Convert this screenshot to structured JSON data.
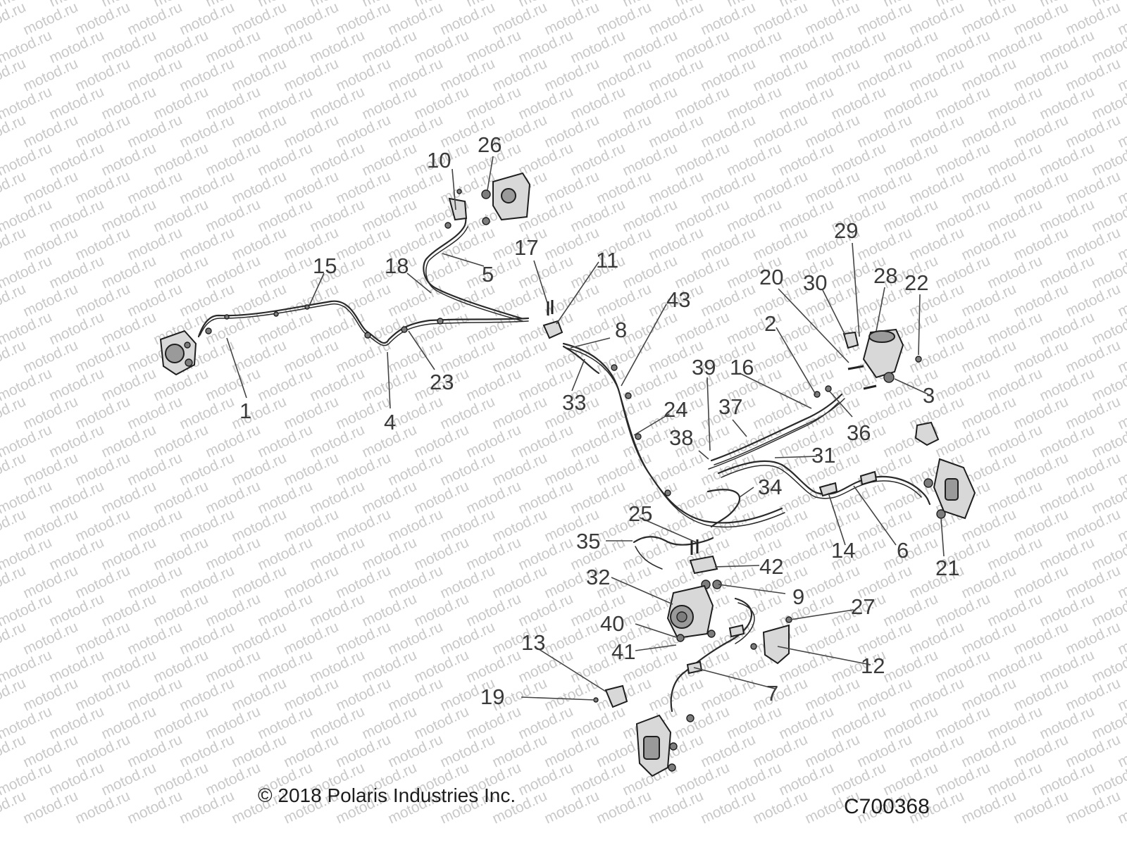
{
  "watermark": "motod.ru",
  "footer": {
    "copyright": "© 2018 Polaris Industries Inc.",
    "code": "C700368"
  },
  "callouts": [
    {
      "n": "1"
    },
    {
      "n": "2"
    },
    {
      "n": "3"
    },
    {
      "n": "4"
    },
    {
      "n": "5"
    },
    {
      "n": "6"
    },
    {
      "n": "7"
    },
    {
      "n": "8"
    },
    {
      "n": "9"
    },
    {
      "n": "10"
    },
    {
      "n": "11"
    },
    {
      "n": "12"
    },
    {
      "n": "13"
    },
    {
      "n": "14"
    },
    {
      "n": "15"
    },
    {
      "n": "16"
    },
    {
      "n": "17"
    },
    {
      "n": "18"
    },
    {
      "n": "19"
    },
    {
      "n": "20"
    },
    {
      "n": "21"
    },
    {
      "n": "22"
    },
    {
      "n": "23"
    },
    {
      "n": "24"
    },
    {
      "n": "25"
    },
    {
      "n": "26"
    },
    {
      "n": "27"
    },
    {
      "n": "28"
    },
    {
      "n": "29"
    },
    {
      "n": "30"
    },
    {
      "n": "31"
    },
    {
      "n": "32"
    },
    {
      "n": "33"
    },
    {
      "n": "34"
    },
    {
      "n": "35"
    },
    {
      "n": "36"
    },
    {
      "n": "37"
    },
    {
      "n": "38"
    },
    {
      "n": "39"
    },
    {
      "n": "40"
    },
    {
      "n": "41"
    },
    {
      "n": "42"
    },
    {
      "n": "43"
    }
  ]
}
